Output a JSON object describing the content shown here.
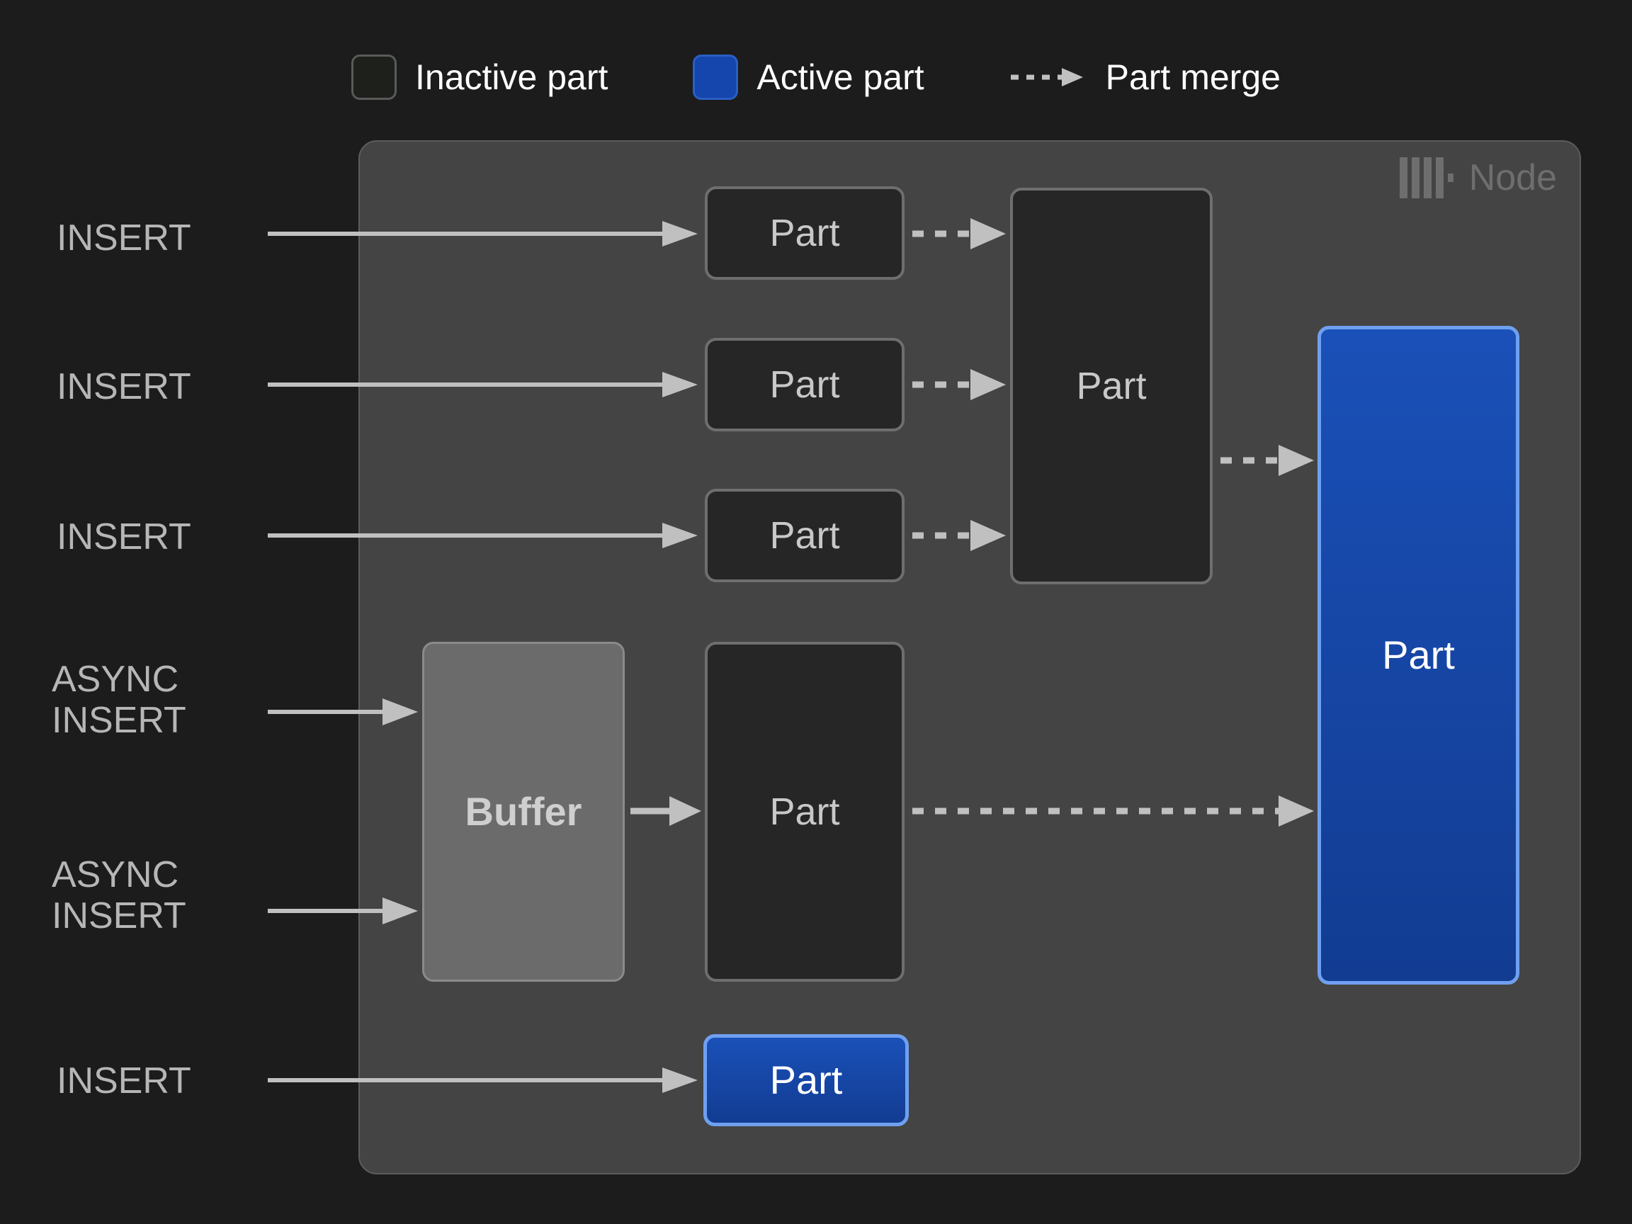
{
  "legend": {
    "items": [
      {
        "icon": "inactive-part-swatch",
        "label": "Inactive part"
      },
      {
        "icon": "active-part-swatch",
        "label": "Active part"
      },
      {
        "icon": "dashed-arrow-icon",
        "label": "Part merge"
      }
    ]
  },
  "node": {
    "icon": "clickhouse-logo-icon",
    "label": "Node"
  },
  "flows": [
    {
      "label": "INSERT"
    },
    {
      "label": "INSERT"
    },
    {
      "label": "INSERT"
    },
    {
      "label": "ASYNC\nINSERT"
    },
    {
      "label": "ASYNC\nINSERT"
    },
    {
      "label": "INSERT"
    }
  ],
  "boxes": {
    "part_row_1": "Part",
    "part_row_2": "Part",
    "part_row_3": "Part",
    "merged_part": "Part",
    "buffer": "Buffer",
    "buffer_part": "Part",
    "active_part_large": "Part",
    "active_part_small": "Part"
  },
  "colors": {
    "background": "#1c1c1c",
    "node_panel": "#444444",
    "inactive_part": "#262626",
    "inactive_border": "#6e6e6e",
    "active_part": "#1446ad",
    "active_border": "#6fa0f0",
    "buffer": "#6b6b6b",
    "arrow": "#c0c0c0",
    "text_primary": "#ffffff",
    "text_muted": "#b6b6b6",
    "node_label": "#6e6e6e"
  }
}
